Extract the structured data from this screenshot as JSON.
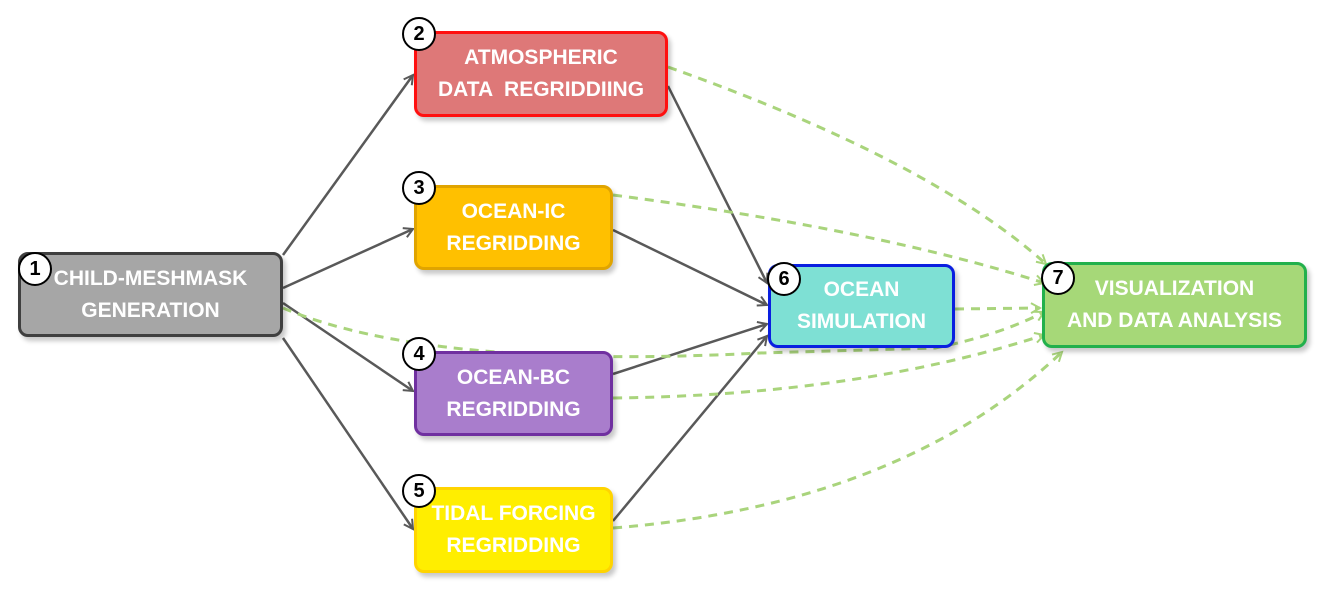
{
  "nodes": [
    {
      "id": 1,
      "number": "1",
      "label": "CHILD-MESHMASK\nGENERATION"
    },
    {
      "id": 2,
      "number": "2",
      "label": "ATMOSPHERIC\nDATA  REGRIDDIING"
    },
    {
      "id": 3,
      "number": "3",
      "label": "OCEAN-IC\nREGRIDDING"
    },
    {
      "id": 4,
      "number": "4",
      "label": "OCEAN-BC\nREGRIDDING"
    },
    {
      "id": 5,
      "number": "5",
      "label": "TIDAL FORCING\nREGRIDDING"
    },
    {
      "id": 6,
      "number": "6",
      "label": "OCEAN\nSIMULATION"
    },
    {
      "id": 7,
      "number": "7",
      "label": "VISUALIZATION\nAND DATA ANALYSIS"
    }
  ],
  "edges": [
    {
      "from": 1,
      "to": 2,
      "style": "solid"
    },
    {
      "from": 1,
      "to": 3,
      "style": "solid"
    },
    {
      "from": 1,
      "to": 4,
      "style": "solid"
    },
    {
      "from": 1,
      "to": 5,
      "style": "solid"
    },
    {
      "from": 2,
      "to": 6,
      "style": "solid"
    },
    {
      "from": 3,
      "to": 6,
      "style": "solid"
    },
    {
      "from": 4,
      "to": 6,
      "style": "solid"
    },
    {
      "from": 5,
      "to": 6,
      "style": "solid"
    },
    {
      "from": 2,
      "to": 7,
      "style": "dashed"
    },
    {
      "from": 3,
      "to": 7,
      "style": "dashed"
    },
    {
      "from": 1,
      "to": 7,
      "style": "dashed"
    },
    {
      "from": 4,
      "to": 7,
      "style": "dashed"
    },
    {
      "from": 5,
      "to": 7,
      "style": "dashed"
    },
    {
      "from": 6,
      "to": 7,
      "style": "dashed"
    }
  ],
  "colors": {
    "solid_arrow": "#595959",
    "dashed_arrow": "#a9d47c"
  }
}
